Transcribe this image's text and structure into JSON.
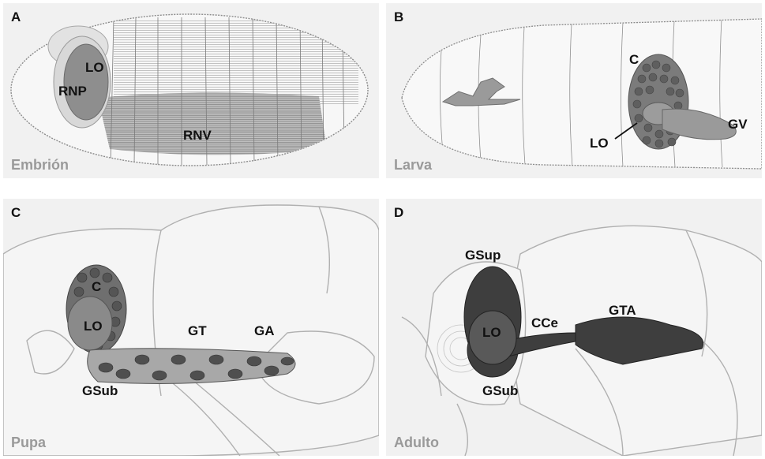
{
  "panels": {
    "a": {
      "letter": "A",
      "stage": "Embrión",
      "labels": {
        "lo": "LO",
        "rnp": "RNP",
        "rnv": "RNV"
      }
    },
    "b": {
      "letter": "B",
      "stage": "Larva",
      "labels": {
        "c": "C",
        "lo": "LO",
        "gv": "GV"
      }
    },
    "c": {
      "letter": "C",
      "stage": "Pupa",
      "labels": {
        "c": "C",
        "lo": "LO",
        "gt": "GT",
        "ga": "GA",
        "gsub": "GSub"
      }
    },
    "d": {
      "letter": "D",
      "stage": "Adulto",
      "labels": {
        "gsup": "GSup",
        "lo": "LO",
        "cce": "CCe",
        "gta": "GTA",
        "gsub": "GSub"
      }
    }
  },
  "colors": {
    "panel_bg": "#f1f1f1",
    "outline": "#9a9a9a",
    "tissue": "#8a8a8a",
    "dark_tissue": "#3a3a3a",
    "stage_text": "#9a9a9a"
  }
}
